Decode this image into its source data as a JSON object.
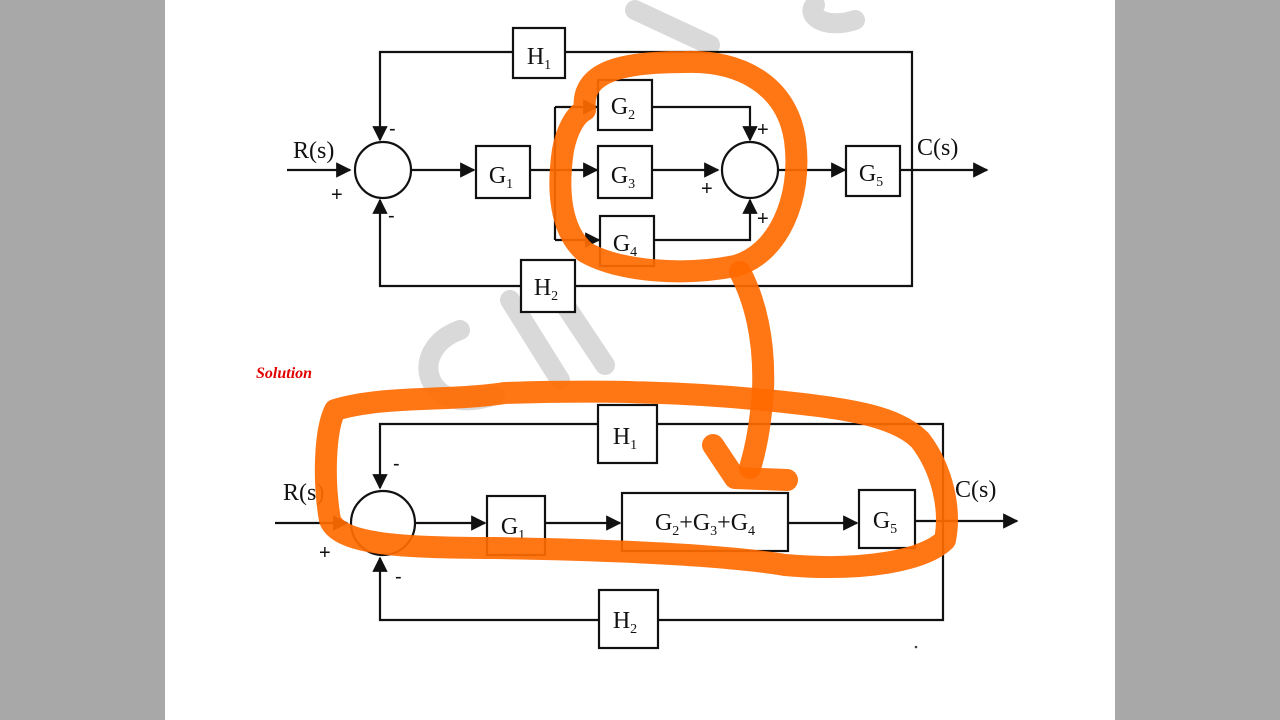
{
  "diagram": {
    "top": {
      "input": "R(s)",
      "output": "C(s)",
      "blocks": {
        "g1": {
          "main": "G",
          "sub": "1"
        },
        "g2": {
          "main": "G",
          "sub": "2"
        },
        "g3": {
          "main": "G",
          "sub": "3"
        },
        "g4": {
          "main": "G",
          "sub": "4"
        },
        "g5": {
          "main": "G",
          "sub": "5"
        },
        "h1": {
          "main": "H",
          "sub": "1"
        },
        "h2": {
          "main": "H",
          "sub": "2"
        }
      },
      "signs": {
        "sum1_top": "-",
        "sum1_bottom": "-",
        "sum1_left": "+",
        "sum2_top": "+",
        "sum2_left": "+",
        "sum2_bottom": "+"
      }
    },
    "solution_label": "Solution",
    "bottom": {
      "input": "R(s)",
      "output": "C(s)",
      "blocks": {
        "g1": {
          "main": "G",
          "sub": "1"
        },
        "combined": {
          "parts": [
            "G",
            "2",
            "+G",
            "3",
            "+G",
            "4"
          ]
        },
        "g5": {
          "main": "G",
          "sub": "5"
        },
        "h1": {
          "main": "H",
          "sub": "1"
        },
        "h2": {
          "main": "H",
          "sub": "2"
        }
      },
      "signs": {
        "sum_top": "-",
        "sum_bottom": "-",
        "sum_left": "+"
      }
    }
  },
  "colors": {
    "annotation": "#ff6a00",
    "solution_text": "#e00000",
    "background": "#a8a8a8",
    "page": "#ffffff"
  }
}
